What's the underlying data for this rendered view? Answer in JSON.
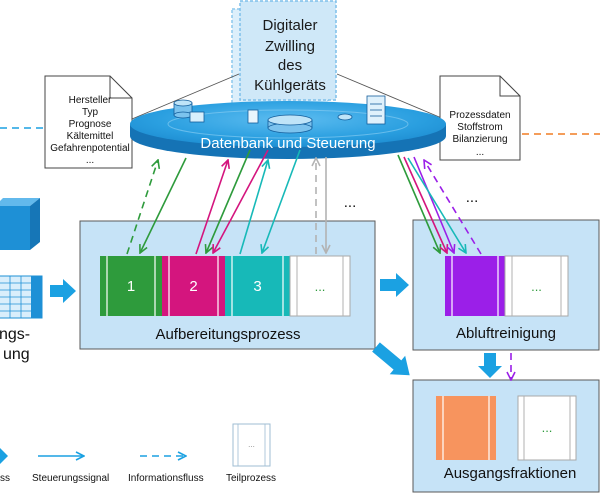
{
  "digital_twin": {
    "lines": [
      "Digitaler",
      "Zwilling",
      "des",
      "Kühlgeräts"
    ]
  },
  "device_document": {
    "lines": [
      "Hersteller",
      "Typ",
      "Prognose",
      "Kältemittel",
      "Gefahrenpotential",
      "..."
    ]
  },
  "process_document": {
    "lines": [
      "Prozessdaten",
      "Stoffstrom",
      "Bilanzierung",
      "..."
    ]
  },
  "database": {
    "label": "Datenbank und Steuerung"
  },
  "input": {
    "label_lines": [
      "ngs-",
      "ung"
    ]
  },
  "continuation_marks": [
    "...",
    "..."
  ],
  "processing": {
    "label": "Aufbereitungsprozess",
    "steps": [
      {
        "label": "1",
        "color": "#2e9b3c"
      },
      {
        "label": "2",
        "color": "#d4157e"
      },
      {
        "label": "3",
        "color": "#17b9b8"
      },
      {
        "label": "...",
        "color": "#ffffff"
      }
    ]
  },
  "exhaust_cleaning": {
    "label": "Abluftreinigung",
    "steps": [
      {
        "color": "#9b1fe8"
      },
      {
        "label": "...",
        "color": "#ffffff"
      }
    ]
  },
  "output_fractions": {
    "label": "Ausgangsfraktionen",
    "steps": [
      {
        "color": "#f7945e"
      },
      {
        "label": "...",
        "color": "#ffffff"
      }
    ]
  },
  "legend": [
    {
      "label": "ss",
      "icon": "fat-arrow-icon"
    },
    {
      "label": "Steuerungssignal",
      "icon": "solid-arrow-icon"
    },
    {
      "label": "Informationsfluss",
      "icon": "dashed-arrow-icon"
    },
    {
      "label": "Teilprozess",
      "icon": "subprocess-box-icon",
      "icon_text": "..."
    }
  ],
  "colors": {
    "box_fill": "#c6e3f7",
    "flow_arrow": "#1ba1e2",
    "twin_fill": "#cfe8f8",
    "database_side": "#1573b5",
    "external_dashed": "#f07d24",
    "placeholder_link": "#b3b3b3"
  }
}
